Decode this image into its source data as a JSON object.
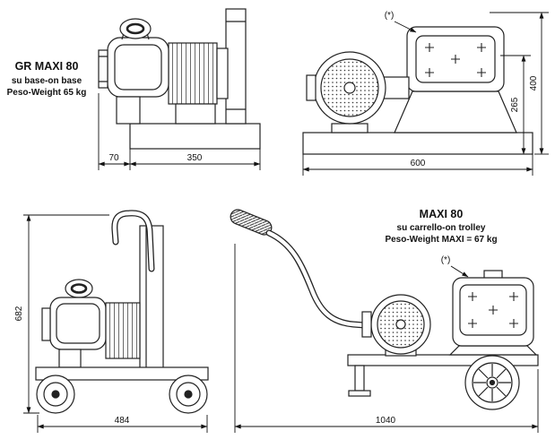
{
  "colors": {
    "ink": "#222222",
    "paper": "#ffffff"
  },
  "views": {
    "base_side": {
      "title": "GR MAXI 80",
      "subtitle": "su base-on base",
      "weight": "Peso-Weight 65 kg",
      "dims": {
        "overhang": "70",
        "base_length": "350"
      }
    },
    "base_front": {
      "note": "(*)",
      "dims": {
        "base_width": "600",
        "axis_height": "265",
        "total_height": "400"
      }
    },
    "trolley_side": {
      "dims": {
        "total_height": "682",
        "base_width": "484"
      }
    },
    "trolley_front": {
      "title": "MAXI 80",
      "subtitle": "su carrello-on trolley",
      "weight": "Peso-Weight  MAXI = 67 kg",
      "note": "(*)",
      "dims": {
        "total_length": "1040"
      }
    }
  }
}
